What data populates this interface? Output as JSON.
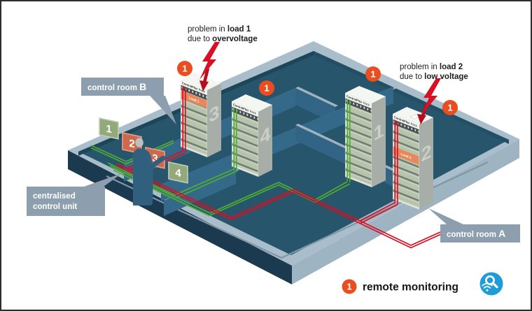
{
  "colors": {
    "accent_orange": "#E84E1F",
    "alarm_red": "#D90F23",
    "ok_green": "#4FAE32",
    "floor_teal": "#26556C",
    "rim_gray_blue": "#A9BDCB",
    "callout_gray": "#8D9FAE",
    "icon_blue": "#1F9CD7",
    "rack_body": "#DFE2DD"
  },
  "annotations": {
    "problem1": {
      "pre1": "problem in ",
      "bold1": "load 1",
      "pre2": "due to ",
      "bold2": "overvoltage"
    },
    "problem2": {
      "pre1": "problem in ",
      "bold1": "load 2",
      "pre2": "due to ",
      "bold2": "low voltage"
    }
  },
  "callouts": {
    "room_b": {
      "text": "control room ",
      "letter": "B"
    },
    "room_a": {
      "text": "control room ",
      "letter": "A"
    },
    "ccu": {
      "line1": "centralised",
      "line2": "control unit"
    }
  },
  "markers": {
    "label": "1"
  },
  "legend": {
    "marker": "1",
    "text": "remote monitoring"
  },
  "racks": {
    "brand_bold": "ControlPlex",
    "brand_tail": "Rack",
    "rack1": {
      "number": "1"
    },
    "rack2": {
      "number": "2",
      "load": "Load 2"
    },
    "rack3": {
      "number": "3",
      "load": "Load 1"
    },
    "rack4": {
      "number": "4"
    }
  },
  "panels": {
    "p1": "1",
    "p2": "2",
    "p3": "3",
    "p4": "4"
  }
}
